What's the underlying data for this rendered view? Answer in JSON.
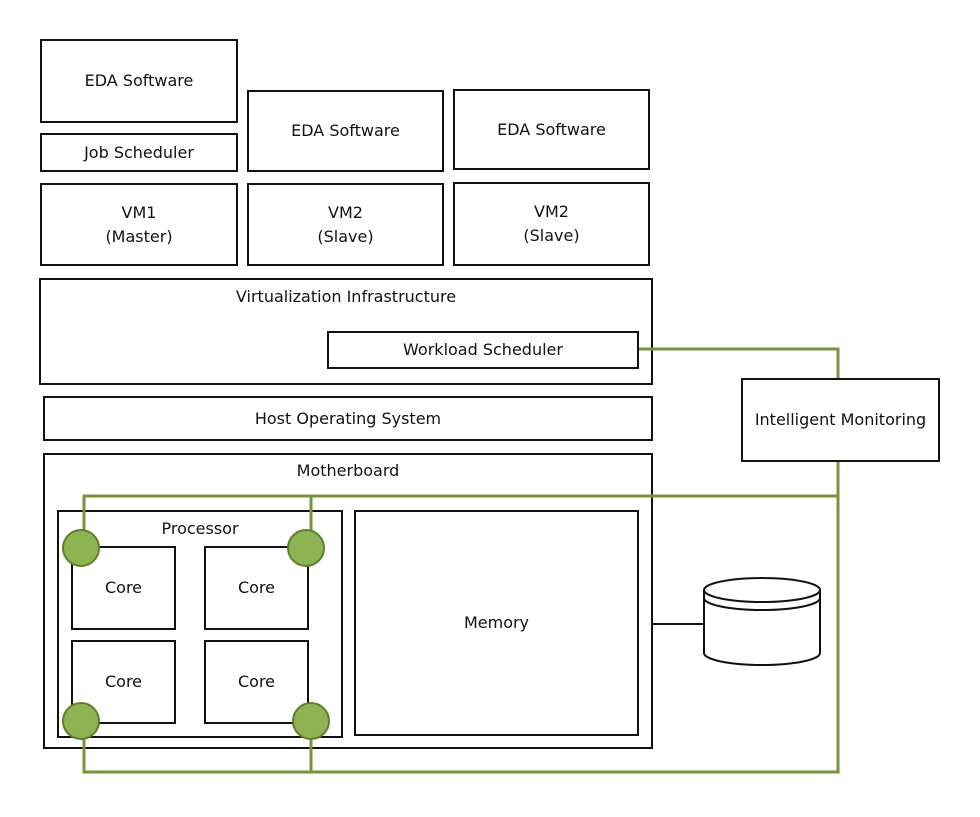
{
  "diagram": {
    "vm_stacks": [
      {
        "software": "EDA Software",
        "scheduler": "Job Scheduler",
        "vm": "VM1\n(Master)"
      },
      {
        "software": "EDA Software",
        "vm": "VM2\n(Slave)"
      },
      {
        "software": "EDA Software",
        "vm": "VM2\n(Slave)"
      }
    ],
    "virtualization": {
      "title": "Virtualization Infrastructure",
      "workload_scheduler": "Workload Scheduler"
    },
    "host_os": "Host Operating System",
    "monitor": "Intelligent Monitoring",
    "motherboard": {
      "title": "Motherboard",
      "processor": {
        "title": "Processor",
        "cores": [
          "Core",
          "Core",
          "Core",
          "Core"
        ]
      },
      "memory": "Memory"
    },
    "storage_icon": "disk-storage-icon",
    "colors": {
      "connector": "#77933c",
      "sensor_fill": "#8db352",
      "sensor_stroke": "#5f7f2c",
      "border": "#111111"
    }
  }
}
